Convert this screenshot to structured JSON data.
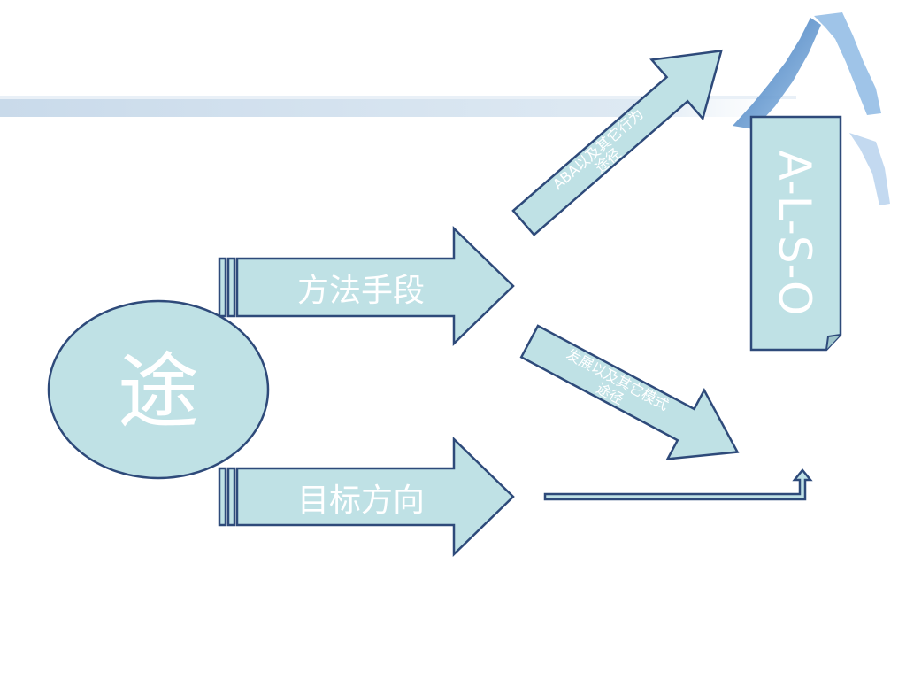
{
  "slide": {
    "center_label": "途",
    "arrow_method": "方法手段",
    "arrow_goal": "目标方向",
    "diag_arrow_aba_line1": "ABA以及其它行为",
    "diag_arrow_aba_line2": "途径",
    "diag_arrow_dev_line1": "发展以及其它模式",
    "diag_arrow_dev_line2": "途径",
    "side_box": "A-L-S-O"
  },
  "colors": {
    "fill": "#bfe1e5",
    "stroke": "#2e4a7a",
    "text": "#ffffff",
    "band": "#c8daea",
    "ribbon": "#4a86c8"
  }
}
